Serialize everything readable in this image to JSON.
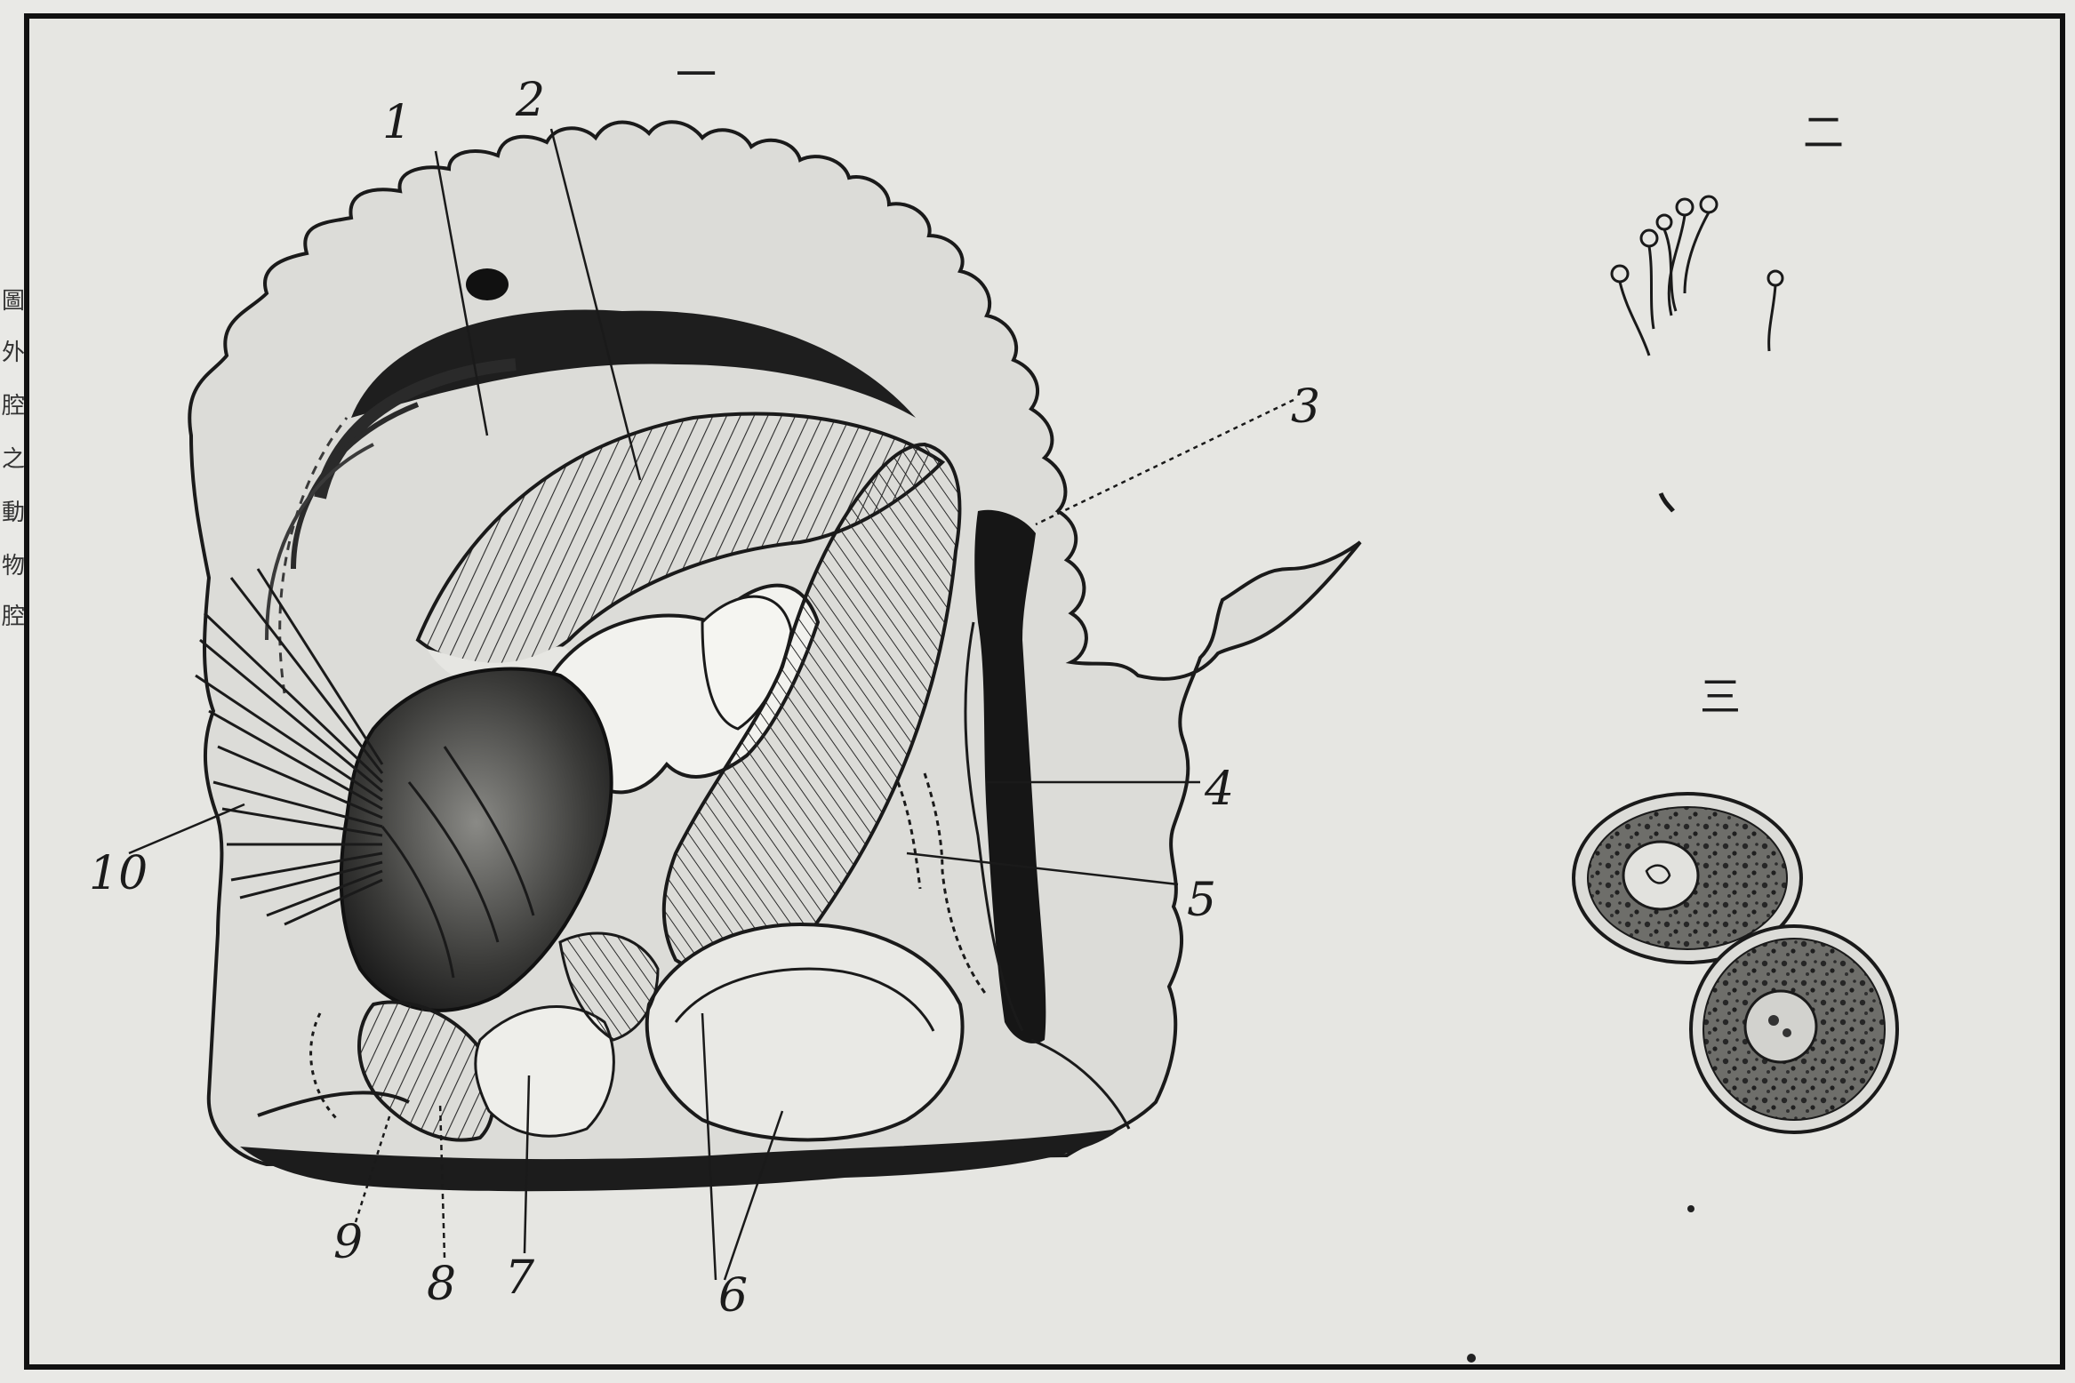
{
  "side_caption": [
    "圖",
    "外",
    "腔",
    "之",
    "動",
    "物",
    "腔"
  ],
  "figure_labels": {
    "fig1": "一",
    "fig2": "二",
    "fig3": "三"
  },
  "callouts": [
    "1",
    "2",
    "3",
    "4",
    "5",
    "6",
    "7",
    "8",
    "9",
    "10"
  ],
  "colors": {
    "paper": "#e9e9e6",
    "ink": "#1b1b1b",
    "frame": "#111111"
  }
}
